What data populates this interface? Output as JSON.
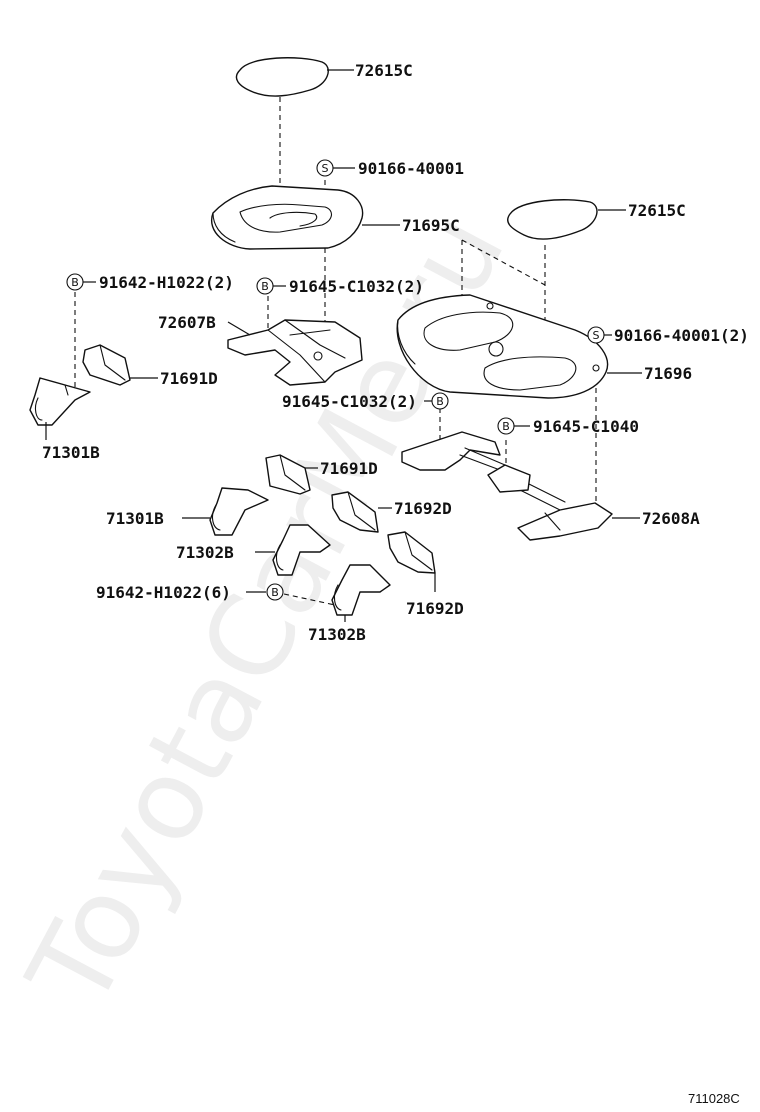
{
  "watermark": "ToyotaCarMe.ru",
  "diagram_ref": "711028C",
  "callouts": {
    "c1": {
      "label": "72615C"
    },
    "c2": {
      "symbol": "S",
      "label": "90166-40001"
    },
    "c3": {
      "label": "71695C"
    },
    "c4": {
      "label": "72615C"
    },
    "c5": {
      "symbol": "B",
      "label": "91642-H1022(2)"
    },
    "c6": {
      "symbol": "B",
      "label": "91645-C1032(2)"
    },
    "c7": {
      "label": "72607B"
    },
    "c8": {
      "symbol": "S",
      "label": "90166-40001(2)"
    },
    "c9": {
      "label": "71691D"
    },
    "c10": {
      "label": "71696"
    },
    "c11": {
      "label": "71301B"
    },
    "c12": {
      "symbol": "B",
      "label": "91645-C1032(2)"
    },
    "c13": {
      "symbol": "B",
      "label": "91645-C1040"
    },
    "c14": {
      "label": "71691D"
    },
    "c15": {
      "label": "71692D"
    },
    "c16": {
      "label": "72608A"
    },
    "c17": {
      "label": "71301B"
    },
    "c18": {
      "label": "71302B"
    },
    "c19": {
      "symbol": "B",
      "label": "91642-H1022(6)"
    },
    "c20": {
      "label": "71692D"
    },
    "c21": {
      "label": "71302B"
    }
  }
}
